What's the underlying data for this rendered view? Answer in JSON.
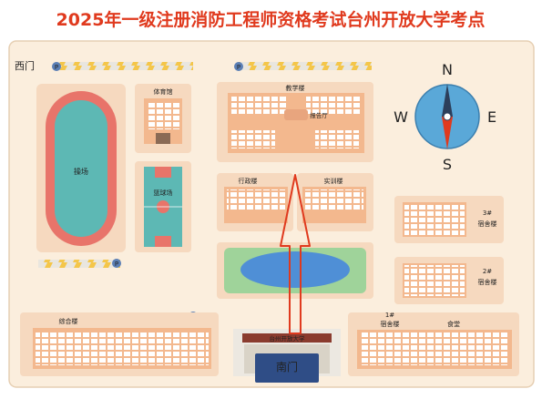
{
  "title": "2025年一级注册消防工程师资格考试台州开放大学考点",
  "colors": {
    "title_red": "#e03a1e",
    "ground": "#fbeedd",
    "block": "#f6d9bf",
    "building": "#f3b88e",
    "window": "#ffffff",
    "field": "#5db8b4",
    "track": "#e8746a",
    "court_red": "#e8746a",
    "water": "#4f8fd6",
    "green": "#9fd39a",
    "compass_blue": "#5aa8d8",
    "arrow_red": "#e03a1e"
  },
  "map": {
    "gates": {
      "west": "西门",
      "south": "南门"
    },
    "parking_symbol": "P",
    "buildings": {
      "gym": "体育馆",
      "playground": "操场",
      "basketball": "篮球场",
      "teaching": "教学楼",
      "lecture_hall": "报告厅",
      "admin": "行政楼",
      "training": "实训楼",
      "complex": "综合楼",
      "dorm3_num": "3#",
      "dorm3": "宿舍楼",
      "dorm2_num": "2#",
      "dorm2": "宿舍楼",
      "dorm1_num": "1#",
      "dorm1": "宿舍楼",
      "canteen": "食堂",
      "gate_sign": "台州开放大学"
    },
    "compass": {
      "north": "N",
      "south": "S",
      "east": "E",
      "west": "W"
    }
  }
}
